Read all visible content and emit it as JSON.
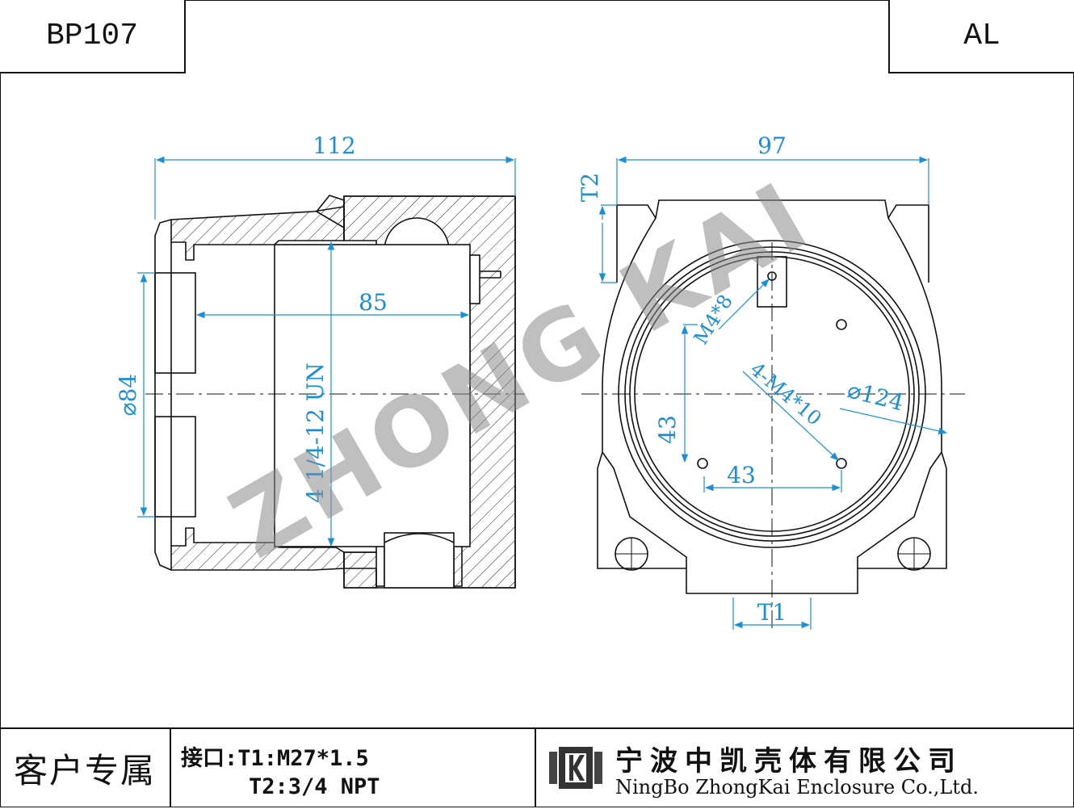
{
  "header": {
    "model": "BP107",
    "material": "AL"
  },
  "watermark": "ZHONG KAI",
  "dimensions": {
    "side_width": "112",
    "inner_depth": "85",
    "diameter_84": "⌀84",
    "thread": "4 1/4-12 UN",
    "front_width": "97",
    "t2": "T2",
    "t1": "T1",
    "m4x8": "M4*8",
    "m4x10": "4-M4*10",
    "dia_124": "⌀124",
    "spacing_v": "43",
    "spacing_h": "43"
  },
  "title_block": {
    "customer": "客户专属",
    "port_line1": "接口:T1:M27*1.5",
    "port_line2": "T2:3/4 NPT",
    "company_cn": "宁波中凯壳体有限公司",
    "company_en": "NingBo ZhongKai Enclosure Co.,Ltd."
  },
  "colors": {
    "dimension": "#1a8fd8",
    "outline": "#111111",
    "watermark": "#8a8a8a"
  }
}
